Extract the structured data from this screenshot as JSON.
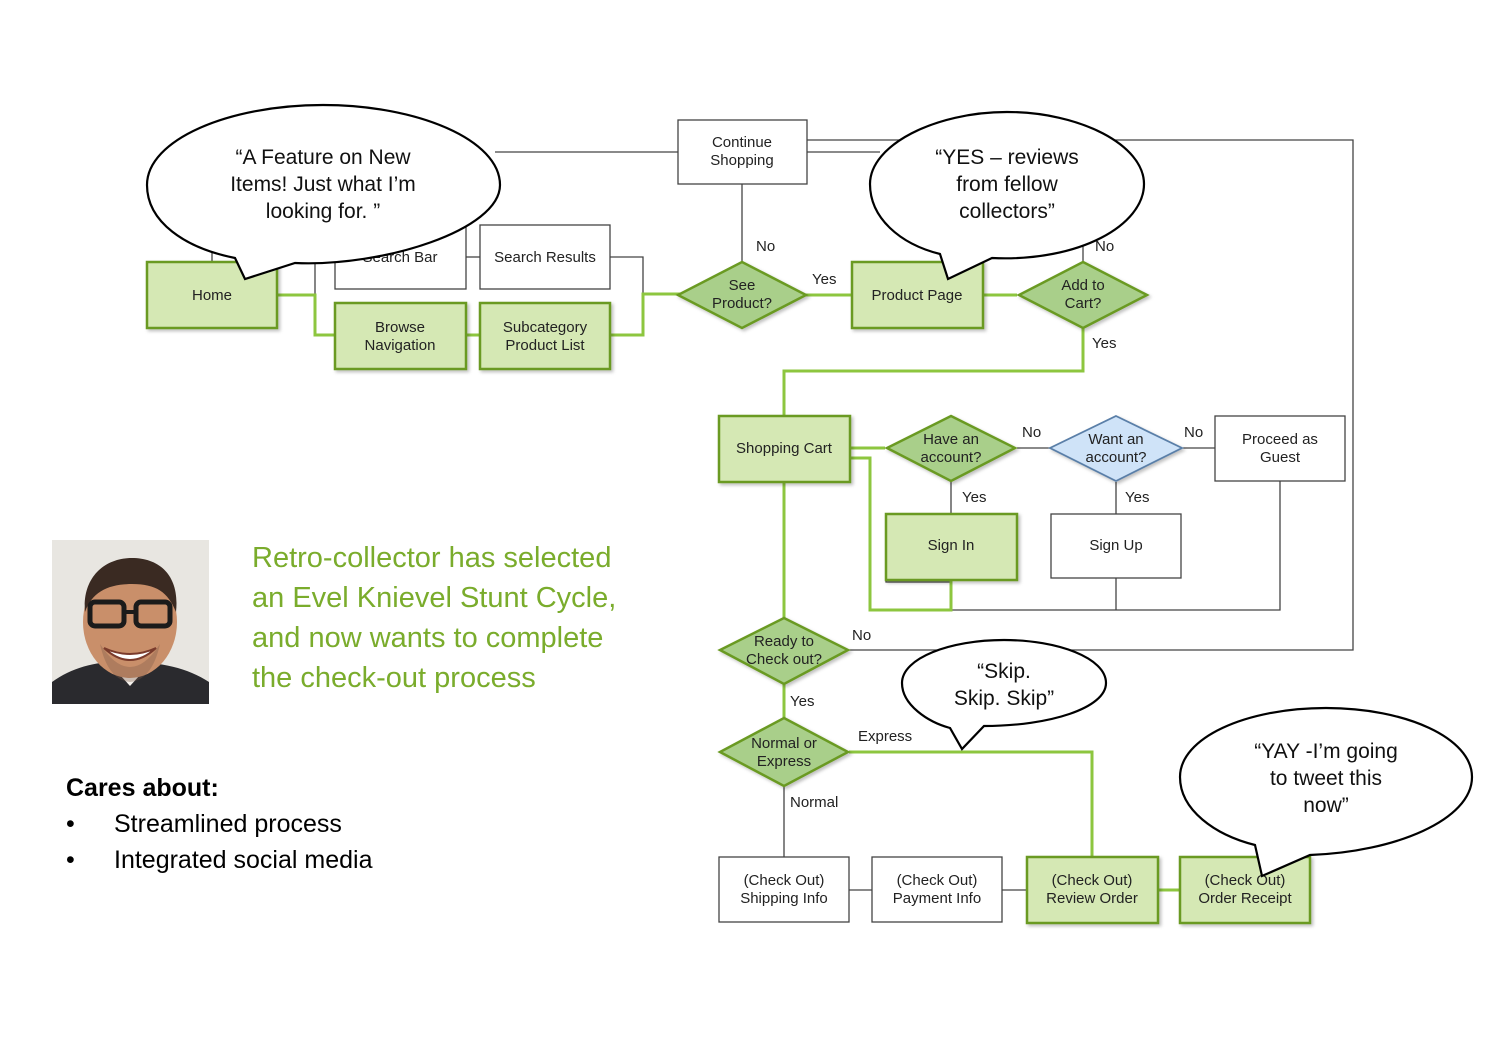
{
  "colors": {
    "green_fill": "#d5e8b4",
    "green_stroke": "#6a9a23",
    "blue_fill": "#cfe3f8",
    "blue_stroke": "#5a7fa8",
    "caption_green": "#7aac2c",
    "line_gray": "#444444",
    "path_green": "#8dc63f"
  },
  "nodes": {
    "continue_shopping": [
      "Continue",
      "Shopping"
    ],
    "home": [
      "Home"
    ],
    "search_bar": [
      "Search Bar"
    ],
    "search_results": [
      "Search Results"
    ],
    "browse_navigation": [
      "Browse",
      "Navigation"
    ],
    "subcategory_list": [
      "Subcategory",
      "Product List"
    ],
    "see_product": [
      "See",
      "Product?"
    ],
    "product_page": [
      "Product Page"
    ],
    "add_to_cart": [
      "Add to",
      "Cart?"
    ],
    "shopping_cart": [
      "Shopping Cart"
    ],
    "have_account": [
      "Have an",
      "account?"
    ],
    "want_account": [
      "Want an",
      "account?"
    ],
    "proceed_guest": [
      "Proceed as",
      "Guest"
    ],
    "sign_in": [
      "Sign In"
    ],
    "sign_up": [
      "Sign Up"
    ],
    "ready_checkout": [
      "Ready to",
      "Check out?"
    ],
    "normal_express": [
      "Normal or",
      "Express"
    ],
    "shipping_info": [
      "(Check Out)",
      "Shipping Info"
    ],
    "payment_info": [
      "(Check Out)",
      "Payment Info"
    ],
    "review_order": [
      "(Check Out)",
      "Review Order"
    ],
    "order_receipt": [
      "(Check Out)",
      "Order Receipt"
    ]
  },
  "edge_labels": {
    "see_no": "No",
    "see_yes": "Yes",
    "add_no": "No",
    "add_yes": "Yes",
    "have_no": "No",
    "have_yes": "Yes",
    "want_no": "No",
    "want_yes": "Yes",
    "ready_no": "No",
    "ready_yes": "Yes",
    "express": "Express",
    "normal": "Normal"
  },
  "bubbles": {
    "home_quote": [
      "“A Feature on New",
      "Items! Just what I’m",
      "looking for. ”"
    ],
    "reviews_quote": [
      "“YES – reviews",
      "from fellow",
      "collectors”"
    ],
    "skip_quote": [
      "“Skip.",
      "Skip. Skip”"
    ],
    "tweet_quote": [
      "“YAY -I’m going",
      "to tweet this",
      "now”"
    ]
  },
  "caption": [
    "Retro-collector has selected",
    "an Evel Knievel Stunt Cycle,",
    "and now wants to complete",
    "the check-out process"
  ],
  "cares": {
    "heading": "Cares about:",
    "bullet": "•",
    "items": [
      "Streamlined process",
      "Integrated social media"
    ]
  }
}
